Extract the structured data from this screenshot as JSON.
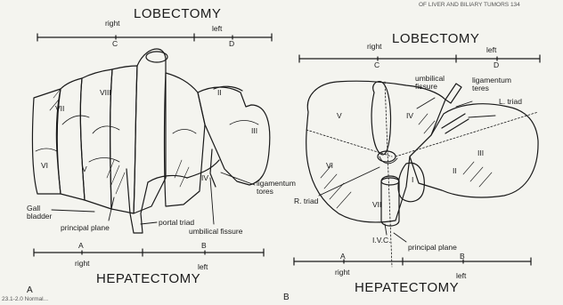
{
  "page_header": "OF LIVER AND BILIARY TUMORS   134",
  "panel_a": {
    "panel_letter": "A",
    "top_title": "LOBECTOMY",
    "top_right": "right",
    "top_left": "left",
    "top_c": "C",
    "top_d": "D",
    "segments": [
      "VII",
      "VIII",
      "II",
      "III",
      "VI",
      "V",
      "IV"
    ],
    "callouts": {
      "ligamentum": "ligamentum\ntores",
      "gall": "Gall\nbladder",
      "portal": "portal triad",
      "principal": "principal plane",
      "umbilical": "umbilical fissure"
    },
    "bottom_a": "A",
    "bottom_b": "B",
    "bottom_right": "right",
    "bottom_left": "left",
    "bottom_title": "HEPATECTOMY",
    "caption_fragment": "23.1-2.0 Normal..."
  },
  "panel_b": {
    "panel_letter": "B",
    "top_title": "LOBECTOMY",
    "top_right": "right",
    "top_left": "left",
    "top_c": "C",
    "top_d": "D",
    "segments": [
      "V",
      "IV",
      "VI",
      "III",
      "II",
      "I",
      "VII"
    ],
    "callouts": {
      "umbilical_fissure": "umbilical\nfissure",
      "ligamentum": "ligamentum\nteres",
      "l_triad": "L. triad",
      "r_triad": "R. triad",
      "ivc": "I.V.C.",
      "principal": "principal plane"
    },
    "bottom_a": "A",
    "bottom_b": "B",
    "bottom_right": "right",
    "bottom_left": "left",
    "bottom_title": "HEPATECTOMY"
  }
}
